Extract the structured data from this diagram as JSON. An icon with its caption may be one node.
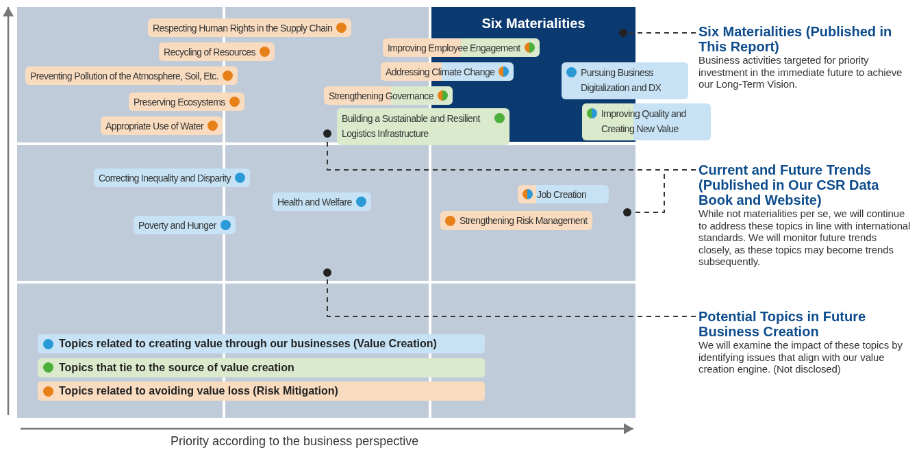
{
  "diagram": {
    "nodes": [
      {
        "text": [
          "Six Materialities"
        ]
      },
      {
        "text": [
          "Respecting Human Rights in the Supply Chain"
        ]
      },
      {
        "text": [
          "Recycling of Resources"
        ]
      },
      {
        "text": [
          "Preventing Pollution of the Atmosphere, Soil, Etc."
        ]
      },
      {
        "text": [
          "Preserving Ecosystems"
        ]
      },
      {
        "text": [
          "Appropriate Use of Water"
        ]
      },
      {
        "text": [
          "Improving Employee Engagement"
        ]
      },
      {
        "text": [
          "Addressing Climate Change"
        ]
      },
      {
        "text": [
          "Strengthening Governance"
        ]
      },
      {
        "text": [
          "Building a Sustainable and Resilient Logistics Infrastructure"
        ]
      },
      {
        "text": [
          "Pursuing Business Digitalization and DX"
        ]
      },
      {
        "text": [
          "Improving Quality and Creating New Value"
        ]
      },
      {
        "text": [
          "Correcting Inequality and Disparity"
        ]
      },
      {
        "text": [
          "Health and Welfare"
        ]
      },
      {
        "text": [
          "Poverty and Hunger"
        ]
      },
      {
        "text": [
          "Job Creation"
        ]
      },
      {
        "text": [
          "Strengthening Risk Management"
        ]
      },
      {
        "text": [],
        "shape": "circle",
        "in": 0
      },
      {
        "text": [],
        "shape": "circle"
      },
      {
        "text": [],
        "shape": "circle"
      },
      {
        "text": [],
        "shape": "circle"
      },
      {
        "text": [
          "Six Materialities (Published in This Report)",
          "Business activities targeted for priority investment in the immediate future to achieve our Long-Term Vision."
        ]
      },
      {
        "text": [
          "Current and Future Trends (Published in Our CSR Data Book and Website)",
          "While not materialities per se, we will continue to address these topics in line with international standards. We will monitor future trends closely, as these topics may become trends subsequently."
        ]
      },
      {
        "text": [
          "Potential Topics in Future Business Creation",
          "We will examine the impact of these topics by identifying issues that align with our value creation engine. (Not disclosed)"
        ]
      }
    ],
    "edges": [
      {
        "from": 21,
        "to": 17,
        "arrow": "none",
        "style": "dashed"
      },
      {
        "from": 22,
        "to": 18,
        "arrow": "none",
        "style": "dashed"
      },
      {
        "from": 22,
        "to": 19,
        "arrow": "none",
        "style": "dashed"
      },
      {
        "from": 23,
        "to": 20,
        "arrow": "none",
        "style": "dashed"
      }
    ],
    "labels": [
      "Priority according to the business perspective"
    ],
    "legend": [
      {
        "text": "Topics related to creating value through our businesses (Value Creation)",
        "color": "#2a9ad6"
      },
      {
        "text": "Topics that tie to the source of value creation",
        "color": "#4caf3a"
      },
      {
        "text": "Topics related to avoiding value loss (Risk Mitigation)",
        "color": "#e8801a"
      }
    ]
  }
}
